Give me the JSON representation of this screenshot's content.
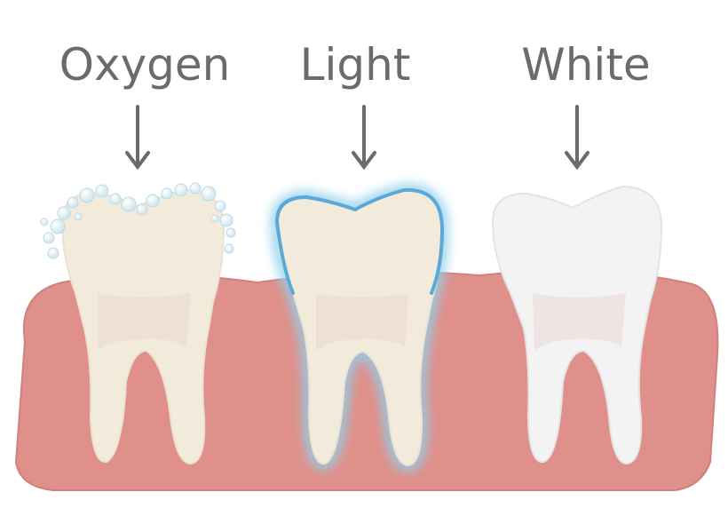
{
  "steps": [
    {
      "label": "Oxygen",
      "color": "#f2eadb"
    },
    {
      "label": "Light",
      "color": "#f2eadb",
      "glow": "#5aa9d6"
    },
    {
      "label": "White",
      "color": "#f3f3f3"
    }
  ],
  "colors": {
    "gum": "#e0908a",
    "gum_edge": "#cc7d78",
    "label_text": "#6b6b6b",
    "arrow": "#6b6b6b",
    "bubble": "#d8ecf3"
  }
}
